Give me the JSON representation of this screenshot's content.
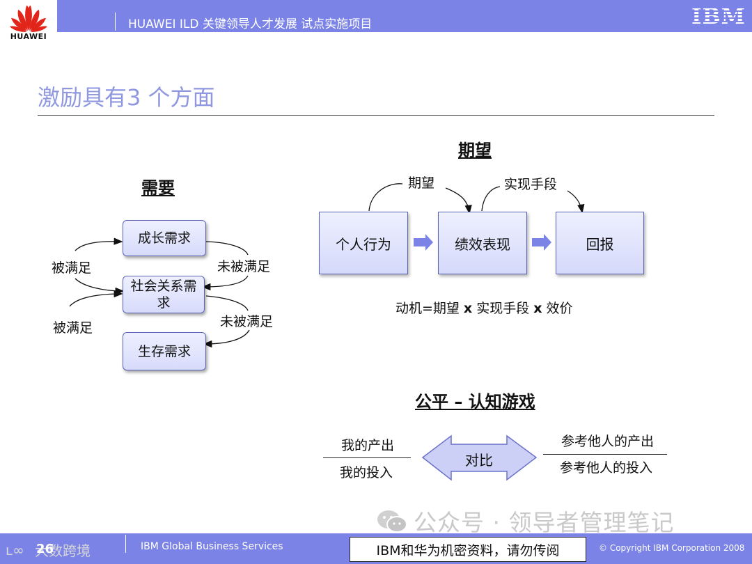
{
  "header": {
    "brand": "HUAWEI",
    "title": "HUAWEI ILD 关键领导人才发展 试点实施项目",
    "ibm_logo": "IBM"
  },
  "slide": {
    "title": "激励具有3 个方面"
  },
  "needs": {
    "heading": "需要",
    "boxes": [
      "成长需求",
      "社会关系需求",
      "生存需求"
    ],
    "arrow_labels": [
      "被满足",
      "未被满足",
      "被满足",
      "未被满足"
    ]
  },
  "expectancy": {
    "heading": "期望",
    "labels": [
      "期望",
      "实现手段"
    ],
    "boxes": [
      "个人行为",
      "绩效表现",
      "回报"
    ],
    "formula": {
      "a": "动机=期望",
      "op1": "x",
      "b": "实现手段",
      "op2": "x",
      "c": "效价"
    }
  },
  "equity": {
    "heading": "公平 – 认知游戏",
    "left_top": "我的产出",
    "left_bottom": "我的投入",
    "center": "对比",
    "right_top": "参考他人的产出",
    "right_bottom": "参考他人的投入"
  },
  "footer": {
    "page_number": "26",
    "services": "IBM Global Business Services",
    "confidential": "IBM和华为机密资料，请勿传阅",
    "copyright": "© Copyright IBM Corporation 2008"
  },
  "watermark": {
    "main": "公众号 · 领导者管理笔记",
    "left": "大数跨境"
  },
  "colors": {
    "bar": "#7b84e6",
    "title": "#8f97df",
    "huawei_red": "#e1251b",
    "box_border": "#5a62b8",
    "arrow_fill": "#7b84e6"
  }
}
